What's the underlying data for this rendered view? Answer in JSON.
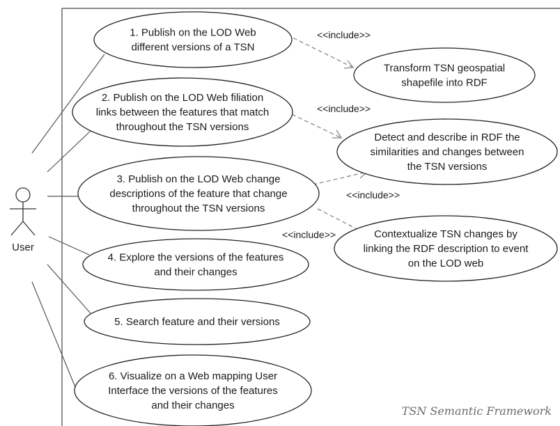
{
  "system_boundary_label": "TSN Semantic Framework",
  "actor": {
    "label": "User"
  },
  "use_cases": [
    {
      "id": "uc1",
      "lines": [
        "1. Publish on the LOD Web",
        "different versions of a TSN"
      ]
    },
    {
      "id": "uc2",
      "lines": [
        "2. Publish on the LOD Web filiation",
        "links between the features that match",
        "throughout  the TSN versions"
      ]
    },
    {
      "id": "uc3",
      "lines": [
        "3. Publish on the LOD Web change",
        "descriptions of the feature that change",
        "throughout  the TSN versions"
      ]
    },
    {
      "id": "uc4",
      "lines": [
        "4. Explore the versions of the features",
        "and their changes"
      ]
    },
    {
      "id": "uc5",
      "lines": [
        "5. Search feature and their versions"
      ]
    },
    {
      "id": "uc6",
      "lines": [
        "6. Visualize on a Web mapping User",
        "Interface the versions of the features",
        "and their changes"
      ]
    },
    {
      "id": "ucA",
      "lines": [
        "Transform TSN geospatial",
        "shapefile into RDF"
      ]
    },
    {
      "id": "ucB",
      "lines": [
        "Detect and describe in RDF the",
        "similarities and changes between",
        "the TSN versions"
      ]
    },
    {
      "id": "ucC",
      "lines": [
        "Contextualize TSN changes by",
        "linking the RDF description to event",
        "on the LOD web"
      ]
    }
  ],
  "include_labels": [
    "<<include>>",
    "<<include>>",
    "<<include>>",
    "<<include>>"
  ]
}
